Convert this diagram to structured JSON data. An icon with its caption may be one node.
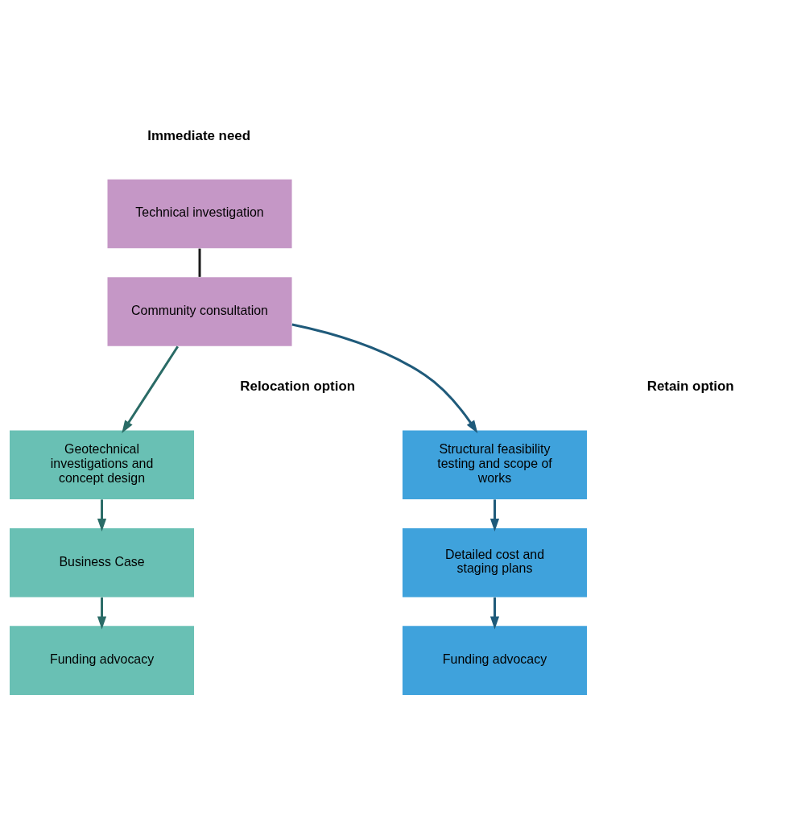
{
  "diagram": {
    "nodes": [
      {
        "text": [
          "Technical investigation"
        ]
      },
      {
        "text": [
          "Community consultation"
        ]
      },
      {
        "text": [
          "Geotechnical investigations and concept design"
        ]
      },
      {
        "text": [
          "Business Case"
        ]
      },
      {
        "text": [
          "Funding advocacy"
        ]
      },
      {
        "text": [
          "Structural feasibility testing and scope of works"
        ]
      },
      {
        "text": [
          "Detailed cost and staging plans"
        ]
      },
      {
        "text": [
          "Funding advocacy"
        ]
      }
    ],
    "edges": [
      {
        "from": 0,
        "to": 1,
        "arrow": "none",
        "color": "#1a1a1a"
      },
      {
        "from": 1,
        "to": 2,
        "arrow": "to",
        "color": "#2a6b66"
      },
      {
        "from": 1,
        "to": 5,
        "arrow": "to",
        "color": "#1f5a7a"
      },
      {
        "from": 2,
        "to": 3,
        "arrow": "to",
        "color": "#2a6b66"
      },
      {
        "from": 3,
        "to": 4,
        "arrow": "to",
        "color": "#2a6b66"
      },
      {
        "from": 5,
        "to": 6,
        "arrow": "to",
        "color": "#1f5a7a"
      },
      {
        "from": 6,
        "to": 7,
        "arrow": "to",
        "color": "#1f5a7a"
      }
    ],
    "labels": [
      "Immediate need",
      "Relocation option",
      "Retain option"
    ]
  }
}
